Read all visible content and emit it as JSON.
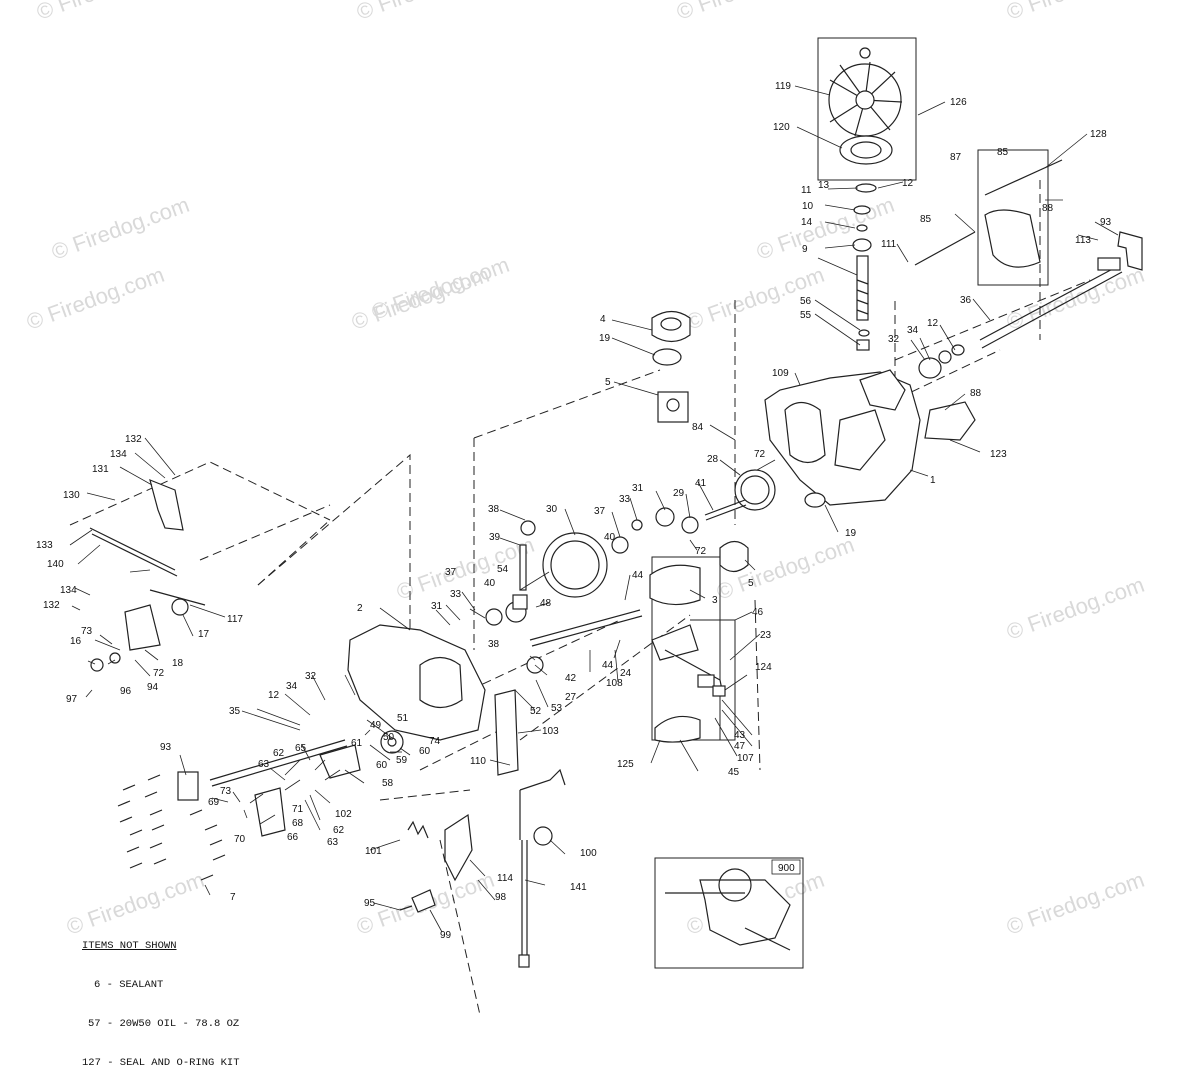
{
  "watermark": "© Firedog.com",
  "callouts": [
    "1",
    "2",
    "3",
    "4",
    "5",
    "7",
    "9",
    "10",
    "11",
    "12",
    "13",
    "14",
    "16",
    "17",
    "18",
    "19",
    "23",
    "24",
    "27",
    "28",
    "29",
    "30",
    "31",
    "32",
    "33",
    "34",
    "35",
    "36",
    "37",
    "38",
    "39",
    "40",
    "41",
    "42",
    "43",
    "44",
    "45",
    "46",
    "47",
    "48",
    "49",
    "50",
    "51",
    "52",
    "53",
    "54",
    "55",
    "56",
    "58",
    "59",
    "60",
    "61",
    "62",
    "63",
    "65",
    "66",
    "68",
    "69",
    "70",
    "71",
    "72",
    "73",
    "74",
    "84",
    "85",
    "87",
    "88",
    "93",
    "94",
    "95",
    "96",
    "97",
    "98",
    "99",
    "100",
    "101",
    "102",
    "103",
    "107",
    "108",
    "109",
    "110",
    "111",
    "113",
    "114",
    "117",
    "119",
    "120",
    "123",
    "124",
    "125",
    "126",
    "128",
    "130",
    "131",
    "132",
    "133",
    "134",
    "140",
    "141",
    "900"
  ],
  "items_not_shown": {
    "heading": "ITEMS NOT SHOWN",
    "items": [
      "6 - SEALANT",
      "57 - 20W50 OIL - 78.8 OZ",
      "127 - SEAL AND O-RING KIT"
    ]
  },
  "inset_label": "900"
}
